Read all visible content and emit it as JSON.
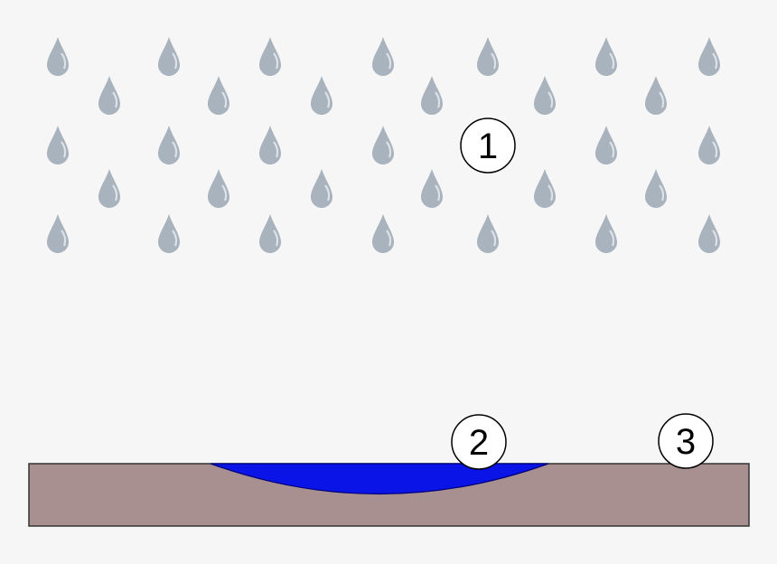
{
  "colors": {
    "background": "#f6f6f6",
    "raindrop_fill": "#a9b3bd",
    "raindrop_highlight": "#dde3e8",
    "ground": "#a99090",
    "ground_stroke": "#333333",
    "puddle": "#0a14e6",
    "puddle_stroke": "#00007a",
    "callout_fill": "#ffffff",
    "callout_stroke": "#000000"
  },
  "icons": {
    "raindrop": "raindrop-icon"
  },
  "callouts": [
    {
      "id": "rain",
      "label": "1"
    },
    {
      "id": "puddle",
      "label": "2"
    },
    {
      "id": "ground",
      "label": "3"
    }
  ]
}
